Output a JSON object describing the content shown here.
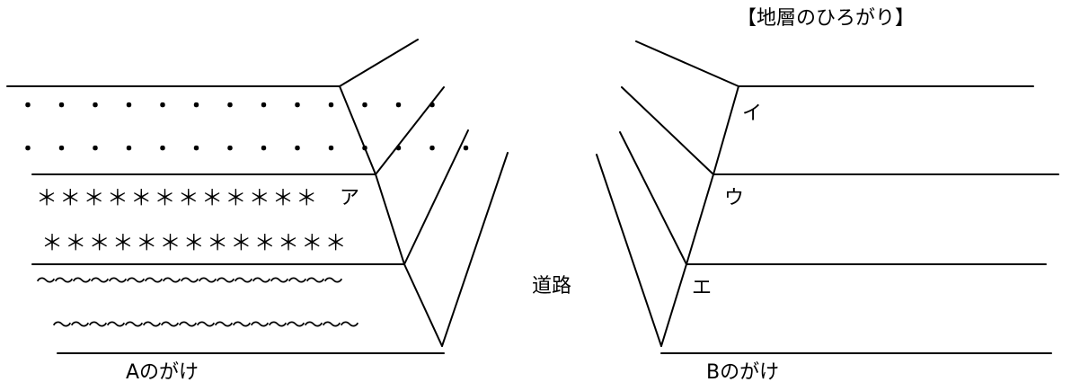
{
  "title": "【地層のひろがり】",
  "layers": {
    "dots_row1": "・・・・・・・・・・・・・",
    "dots_row2": "・・・・・・・・・・・・・・",
    "stars_row1": "＊＊＊＊＊＊＊＊＊＊＊＊",
    "stars_row2": "＊＊＊＊＊＊＊＊＊＊＊＊＊",
    "waves_row1": "～～～～～～～～～～～～～～～～～",
    "waves_row2": "～～～～～～～～～～～～～～～～～"
  },
  "labels": {
    "a": "ア",
    "i": "イ",
    "u": "ウ",
    "e": "エ",
    "road": "道路",
    "cliff_a": "Aのがけ",
    "cliff_b": "Bのがけ"
  }
}
